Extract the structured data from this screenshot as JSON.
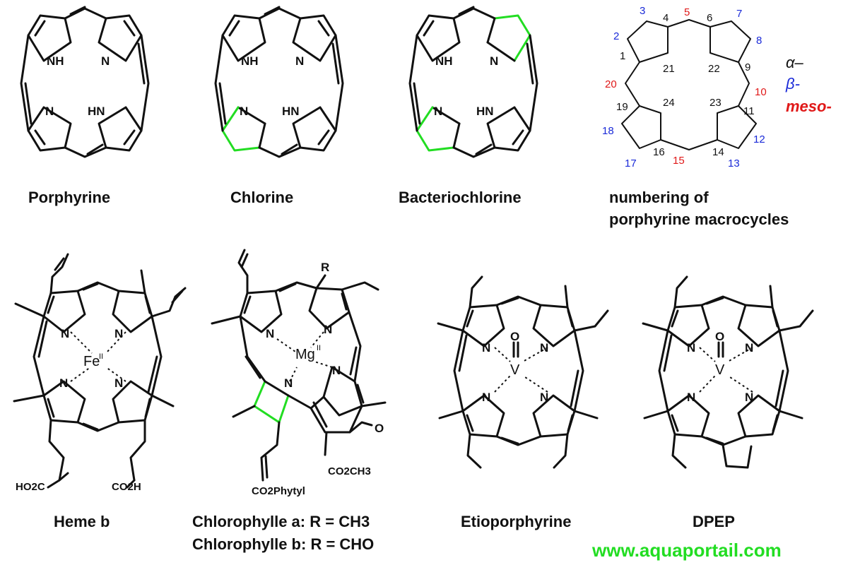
{
  "labels": {
    "porphyrine": "Porphyrine",
    "chlorine": "Chlorine",
    "bacteriochlorine": "Bacteriochlorine",
    "numbering_line1": "numbering of",
    "numbering_line2": "porphyrine macrocycles",
    "heme": "Heme b",
    "chlorophylle_a": "Chlorophylle a: R = CH3",
    "chlorophylle_b": "Chlorophylle b: R = CHO",
    "etio": "Etioporphyrine",
    "dpep": "DPEP"
  },
  "legend": {
    "alpha": "α–",
    "beta": "β-",
    "meso": "meso-",
    "colors": {
      "alpha": "#111111",
      "beta": "#1a2ad8",
      "meso": "#e01818"
    }
  },
  "atoms": {
    "nh": "NH",
    "hn": "HN",
    "n": "N",
    "fe": "Fe",
    "mg": "Mg",
    "ox_state": "II",
    "v": "V",
    "o": "O",
    "r": "R"
  },
  "substituents": {
    "ho2c": "HO2C",
    "co2h": "CO2H",
    "co2phytyl": "CO2Phytyl",
    "co2ch3": "CO2CH3"
  },
  "numbering": {
    "alpha": [
      "1",
      "4",
      "6",
      "9",
      "11",
      "14",
      "16",
      "19"
    ],
    "beta": [
      "2",
      "3",
      "7",
      "8",
      "12",
      "13",
      "17",
      "18"
    ],
    "meso": [
      "5",
      "10",
      "15",
      "20"
    ],
    "inner": [
      "21",
      "22",
      "23",
      "24"
    ]
  },
  "watermark": "www.aquaportail.com",
  "colors": {
    "green_highlight": "#22dd22"
  }
}
